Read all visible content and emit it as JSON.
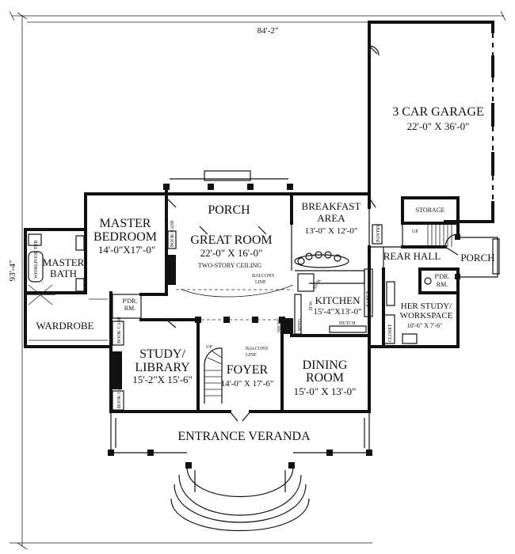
{
  "dimensions": {
    "width": "84'-2\"",
    "depth": "93'-4\""
  },
  "rooms": {
    "garage": {
      "name": "3 CAR GARAGE",
      "size": "22'-0\" X 36'-0\""
    },
    "porch_back": {
      "name": "PORCH"
    },
    "breakfast": {
      "name_line1": "BREAKFAST",
      "name_line2": "AREA",
      "size": "13'-0\" X 12'-0\""
    },
    "storage": {
      "name": "STORAGE"
    },
    "master_bedroom": {
      "name_line1": "MASTER",
      "name_line2": "BEDROOM",
      "size": "14'-0\"X17'-0\""
    },
    "great_room": {
      "name": "GREAT ROOM",
      "size": "22'-0\" X 16'-0\"",
      "note": "TWO-STORY CEILING"
    },
    "master_bath": {
      "name_line1": "MASTER",
      "name_line2": "BATH"
    },
    "rear_hall": {
      "name": "REAR HALL"
    },
    "porch_side": {
      "name": "PORCH"
    },
    "kitchen": {
      "name": "KITCHEN",
      "size": "15'-4\"X13'-0\""
    },
    "pdr_left": {
      "line1": "P'DR.",
      "line2": "RM."
    },
    "pdr_right": {
      "line1": "P'DR.",
      "line2": "RM."
    },
    "her_study": {
      "name_line1": "HER STUDY/",
      "name_line2": "WORKSPACE",
      "size": "10'-6\" X 7'-6\""
    },
    "wardrobe": {
      "name": "WARDROBE"
    },
    "study": {
      "name_line1": "STUDY/",
      "name_line2": "LIBRARY",
      "size": "15'-2\"X 15'-6\""
    },
    "foyer": {
      "name": "FOYER",
      "size": "14'-0\" X 17'-6\""
    },
    "dining": {
      "name_line1": "DINING",
      "name_line2": "ROOM",
      "size": "15'-0\" X 13'-0\""
    },
    "veranda": {
      "name": "ENTRANCE VERANDA"
    }
  },
  "annotations": {
    "balcony_line": {
      "line1": "BALCONY",
      "line2": "LINE"
    },
    "balcony_line_foyer": {
      "line1": "BALCONY",
      "line2": "LINE"
    },
    "pantry": "PANTRY",
    "sink": "SINK",
    "dw": "D.W.",
    "refg": "REFG.",
    "range": "RANGE",
    "hutch": "HUTCH",
    "niche": "NICHE",
    "closet": "CLOSET",
    "book_case_top": "BOOK CASE",
    "book_case_mid": "BOOK CASE",
    "book_case_bottom": "BOOK CASE",
    "whirlpool_tub": "WHIRLPOOL TUB",
    "up_main": "UP",
    "up_rear": "UP"
  }
}
